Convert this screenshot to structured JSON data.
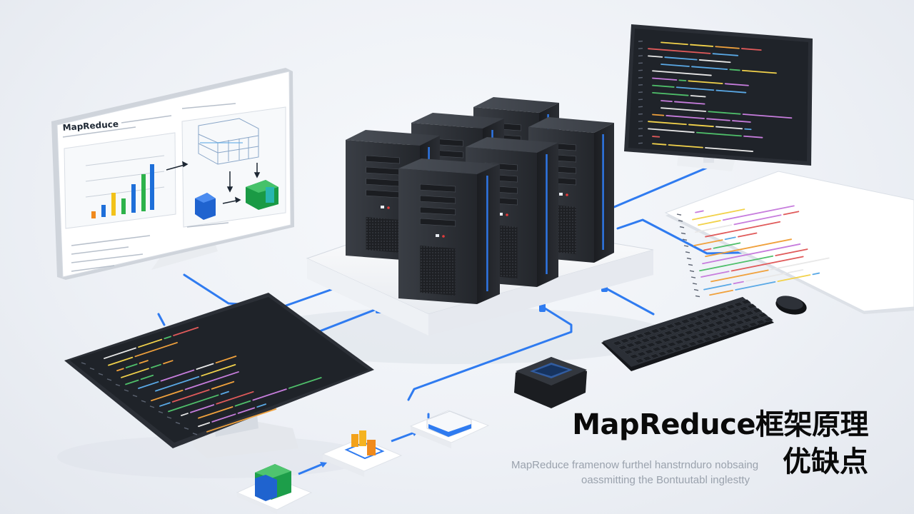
{
  "title": {
    "line1": "MapReduce框架原理",
    "line2": "优缺点"
  },
  "caption": {
    "line1": "MapReduce framenow furthel hanstrnduro nobsaing",
    "line2": "oassmitting the Bontuutabl inglestty"
  },
  "left_monitor": {
    "heading": "MapReduce"
  },
  "colors": {
    "accent": "#2f7bf0",
    "server": "#2a2d33",
    "screen": "#1f2329"
  }
}
